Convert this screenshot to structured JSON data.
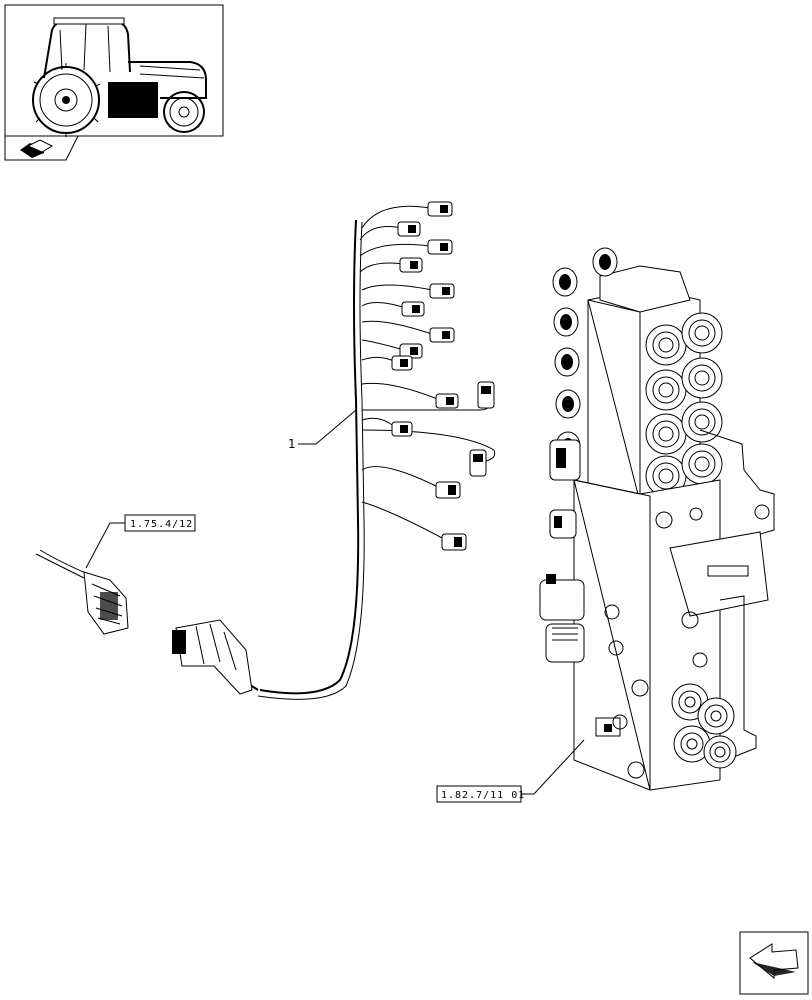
{
  "diagram": {
    "part_number": "1",
    "references": {
      "joystick_ref": "1.75.4/12",
      "valve_block_ref": "1.82.7/11 01"
    }
  },
  "icons": {
    "tractor_thumbnail": "tractor-icon",
    "book_thumbnail": "book-icon",
    "navigation_arrow": "next-page-arrow-icon"
  }
}
